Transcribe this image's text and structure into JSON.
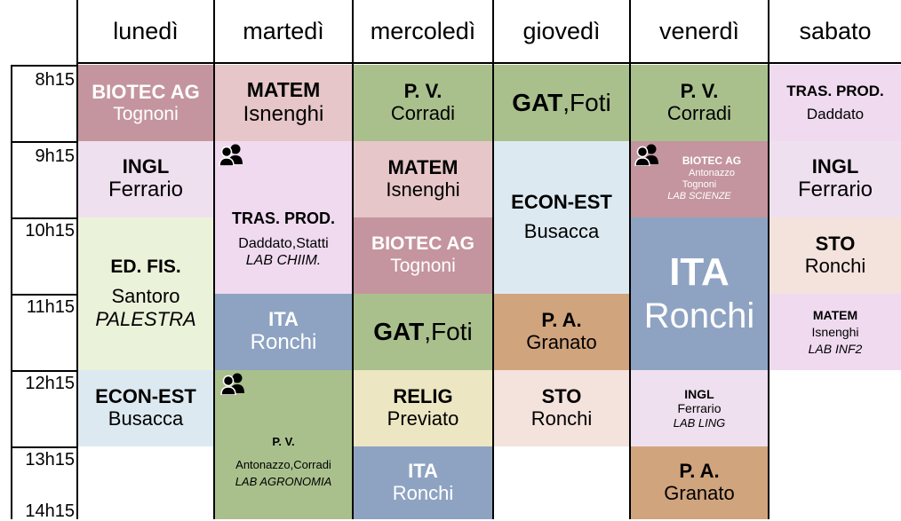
{
  "days": [
    "lunedì",
    "martedì",
    "mercoledì",
    "giovedì",
    "venerdì",
    "sabato"
  ],
  "times": [
    "8h15",
    "9h15",
    "10h15",
    "11h15",
    "12h15",
    "13h15",
    "14h15"
  ],
  "colors": {
    "biotec": "#c4959e",
    "matem": "#e6c6c8",
    "pv": "#a9c08d",
    "gat": "#a9c08d",
    "trasprod": "#efdaef",
    "ingl": "#efe0ef",
    "econest": "#dde9f0",
    "edfis": "#ebf2da",
    "ita": "#8ea3c2",
    "sto": "#f4e2dc",
    "pa": "#d0a47d",
    "relig": "#ece6c2"
  },
  "cells": {
    "mon_8": {
      "subject": "BIOTEC AG",
      "teacher": "Tognoni"
    },
    "mon_9": {
      "subject": "INGL",
      "teacher": "Ferrario"
    },
    "mon_10": {
      "subject": "ED. FIS.",
      "teacher": "Santoro",
      "room": "PALESTRA"
    },
    "mon_12": {
      "subject": "ECON-EST",
      "teacher": "Busacca"
    },
    "tue_8": {
      "subject": "MATEM",
      "teacher": "Isnenghi"
    },
    "tue_9": {
      "subject": "TRAS. PROD.",
      "teacher": "Daddato,Statti",
      "room": "LAB CHIIM.",
      "icon": "group-icon"
    },
    "tue_11": {
      "subject": "ITA",
      "teacher": "Ronchi"
    },
    "tue_12": {
      "subject": "P. V.",
      "teacher": "Antonazzo,Corradi",
      "room": "LAB AGRONOMIA",
      "icon": "group-icon"
    },
    "wed_8": {
      "subject": "P. V.",
      "teacher": "Corradi"
    },
    "wed_9": {
      "subject": "MATEM",
      "teacher": "Isnenghi"
    },
    "wed_10": {
      "subject": "BIOTEC AG",
      "teacher": "Tognoni"
    },
    "wed_11": {
      "subject": "GAT",
      "teacher": ",Foti"
    },
    "wed_12": {
      "subject": "RELIG",
      "teacher": "Previato"
    },
    "wed_13": {
      "subject": "ITA",
      "teacher": "Ronchi"
    },
    "thu_8": {
      "subject": "GAT",
      "teacher": ",Foti"
    },
    "thu_9": {
      "subject": "ECON-EST",
      "teacher": "Busacca"
    },
    "thu_11": {
      "subject": "P. A.",
      "teacher": "Granato"
    },
    "thu_12": {
      "subject": "STO",
      "teacher": "Ronchi"
    },
    "fri_8": {
      "subject": "P. V.",
      "teacher": "Corradi"
    },
    "fri_9": {
      "subject": "BIOTEC AG",
      "teacher": "Antonazzo",
      "teacher2": "Tognoni",
      "room": "LAB SCIENZE",
      "icon": "group-icon"
    },
    "fri_10": {
      "subject": "ITA",
      "teacher": "Ronchi"
    },
    "fri_12": {
      "subject": "INGL",
      "teacher": "Ferrario",
      "room": "LAB LING"
    },
    "fri_13": {
      "subject": "P. A.",
      "teacher": "Granato"
    },
    "sat_8": {
      "subject": "TRAS. PROD.",
      "teacher": "Daddato"
    },
    "sat_9": {
      "subject": "INGL",
      "teacher": "Ferrario"
    },
    "sat_10": {
      "subject": "STO",
      "teacher": "Ronchi"
    },
    "sat_11": {
      "subject": "MATEM",
      "teacher": "Isnenghi",
      "room": "LAB INF2"
    }
  }
}
